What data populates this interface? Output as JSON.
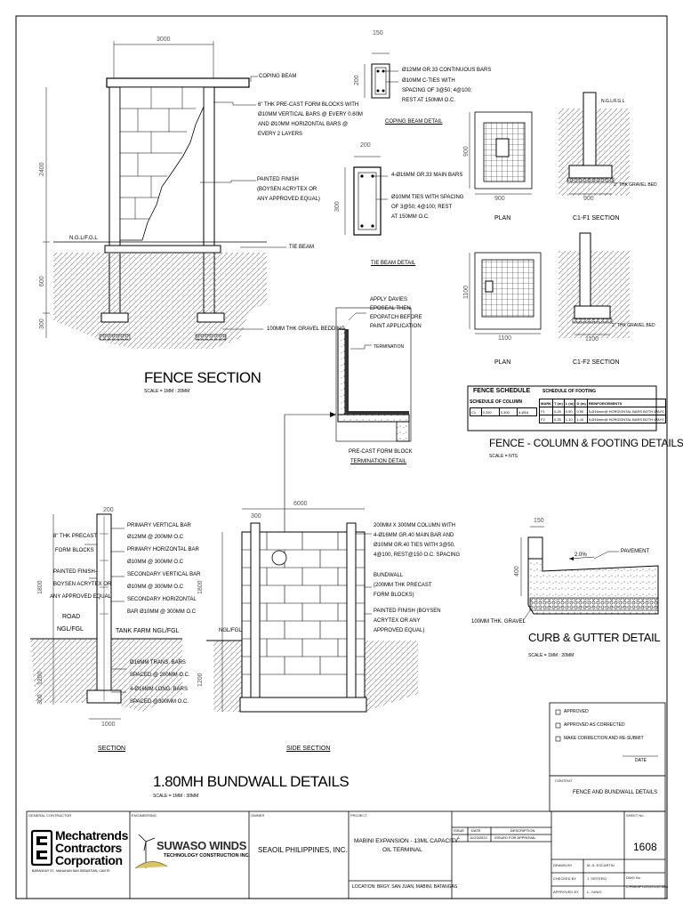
{
  "fence_section": {
    "title": "FENCE SECTION",
    "scale": "SCALE = 1MM : 20MM",
    "dims": {
      "width": "3000",
      "height": "2400",
      "footing_depth": "600",
      "base": "300"
    },
    "labels": {
      "coping_beam": "COPING BEAM",
      "blocks_1": "6\" THK PRE-CAST FORM BLOCKS WITH",
      "blocks_2": "Ø10MM VERTICAL BARS @ EVERY 0.60M",
      "blocks_3": "AND Ø10MM HORIZONTAL BARS @",
      "blocks_4": "EVERY 2 LAYERS",
      "finish_1": "PAINTED FINISH",
      "finish_2": "(BOYSEN ACRYTEX OR",
      "finish_3": "ANY APPROVED EQUAL)",
      "ngl": "N.G.L/F.G.L",
      "tie_beam": "TIE BEAM",
      "gravel": "100MM THK GRAVEL BEDDING"
    }
  },
  "coping_beam_detail": {
    "title": "COPING BEAM DETAIL",
    "dims": {
      "w": "150",
      "h": "200"
    },
    "note_1": "Ø12MM GR.33 CONTINUOUS BARS",
    "note_2": "Ø10MM C-TIES WITH",
    "note_3": "SPACING OF 3@50; 4@100;",
    "note_4": "REST AT 150MM O.C."
  },
  "tie_beam_detail": {
    "title": "TIE BEAM DETAIL",
    "dims": {
      "w": "200",
      "h": "300"
    },
    "note_1": "4-Ø16MM GR.33 MAIN BARS",
    "note_2": "Ø10MM TIES WITH SPACING",
    "note_3": "OF 3@50; 4@100; REST",
    "note_4": "AT 150MM O.C."
  },
  "termination_detail": {
    "title_1": "PRE-CAST FORM BLOCK",
    "title_2": "TERMINATION DETAIL",
    "note_1": "APPLY DAVIES",
    "note_2": "EPOSEAL THEN",
    "note_3": "EPOPATCH BEFORE",
    "note_4": "PAINT APPLICATION",
    "termination": "TERMINATION"
  },
  "footing_details": {
    "plan_1": "PLAN",
    "section_1": "C1-F1 SECTION",
    "plan_2": "PLAN",
    "section_2": "C1-F2 SECTION",
    "title": "FENCE  - COLUMN & FOOTING DETAILS",
    "scale": "SCALE = NTS",
    "dim_900": "900",
    "dim_1100": "1100",
    "gravel": "2\" THK GRAVEL BED",
    "ngl": "N.G.L/F.G.L"
  },
  "schedule": {
    "fence_schedule": "FENCE SCHEDULE",
    "schedule_of_column": "SCHEDULE OF COLUMN",
    "schedule_of_footing": "SCHEDULE OF FOOTING",
    "footing_headers": [
      "MARK",
      "T (m)",
      "L (m)",
      "D (m)",
      "REINFORCEMENTS"
    ],
    "column_rows": [
      [
        "C1",
        "0.200",
        "0.300",
        "4-Ø16"
      ]
    ],
    "footing_rows": [
      [
        "F1",
        "0.25",
        "0.90",
        "0.90",
        "5-Ø16mm@ HORIZONTAL BARS BOTH WAYS"
      ],
      [
        "F2",
        "0.25",
        "1.10",
        "1.10",
        "6-Ø16mm@ HORIZONTAL BARS BOTH WAYS"
      ]
    ]
  },
  "bundwall_section": {
    "title": "SECTION",
    "dim_top": "200",
    "dim_h1": "1800",
    "dim_h2": "1200",
    "dim_h3": "300",
    "dim_base": "1000",
    "road": "ROAD",
    "ngl_fgl": "NGL/FGL",
    "tank_farm": "TANK FARM NGL/FGL",
    "precast_1": "8\" THK PRECAST",
    "precast_2": "FORM BLOCKS",
    "finish_1": "PAINTED FINISH-",
    "finish_2": "BOYSEN ACRYTEX OR",
    "finish_3": "ANY APPROVED EQUAL",
    "bar_1": "PRIMARY VERTICAL BAR",
    "bar_2": "Ø12MM @ 200MM O.C",
    "bar_3": "PRIMARY HORIZONTAL BAR",
    "bar_4": "Ø10MM @ 300MM O.C",
    "bar_5": "SECONDARY VERTICAL BAR",
    "bar_6": "Ø10MM @ 300MM O.C",
    "bar_7": "SECONDARY HORIZONTAL",
    "bar_8": "BAR Ø10MM @ 300MM O.C",
    "trans_1": "Ø16MM TRANS. BARS",
    "trans_2": "SPACED @ 200MM O.C.",
    "long_1": "4-Ø16MM LONG. BARS",
    "long_2": "SPACED @300MM O.C."
  },
  "side_section": {
    "title": "SIDE SECTION",
    "dim_w": "6000",
    "dim_col": "300",
    "dim_h": "1800",
    "dim_d": "1200",
    "ngl": "NGL/FGL",
    "col_1": "200MM X 300MM COLUMN WITH",
    "col_2": "4-Ø16MM GR.40 MAIN BAR AND",
    "col_3": "Ø10MM GR.40 TIES WITH 3@50,",
    "col_4": "4@100, REST@150 O.C. SPACING",
    "bund_1": "BUNDWALL",
    "bund_2": "(200MM THK PRECAST",
    "bund_3": "FORM BLOCKS)",
    "paint_1": "PAINTED FINISH (BOYSEN",
    "paint_2": "ACRYTEX OR ANY",
    "paint_3": "APPROVED EQUAL)"
  },
  "bundwall_title": {
    "title": "1.80MH BUNDWALL DETAILS",
    "scale": "SCALE = 1MM : 30MM"
  },
  "curb": {
    "title": "CURB & GUTTER DETAIL",
    "scale": "SCALE = 1MM : 20MM",
    "dim_top": "150",
    "dim_h": "400",
    "dim_150": "150",
    "slope": "2.0%",
    "pavement": "PAVEMENT",
    "gravel": "100MM THK. GRAVEL"
  },
  "approval": {
    "opt_1": "APPROVED",
    "opt_2": "APPROVED AS CORRECTED",
    "opt_3": "MAKE CORRECTION AND RE-SUBMIT",
    "date": "DATE"
  },
  "content": {
    "label": "CONTENT",
    "value": "FENCE AND BUNDWALL DETAILS"
  },
  "title_block": {
    "general_contractor_label": "GENERAL CONTRACTOR",
    "contractor_l1": "Mechatrends",
    "contractor_l2": "Contractors",
    "contractor_l3": "Corporation",
    "contractor_addr": "BARANGAY ST., MANAHAN SAN SEBASTIAN, CAVITE",
    "engineering_label": "ENGINEERING",
    "eng_name": "SUWASO WINDS",
    "eng_sub": "TECHNOLOGY CONSTRUCTION INC.",
    "owner_label": "OWNER",
    "owner": "SEAOIL PHILIPPINES, INC.",
    "project_label": "PROJECT",
    "project_1": "MABINI EXPANSION - 13ML CAPACITY",
    "project_2": "OIL TERMINAL",
    "location": "LOCATION: BRGY. SAN JUAN, MABINI, BATANGAS",
    "rev_headers": [
      "ISSUE",
      "DATE",
      "DESCRIPTION"
    ],
    "rev_row": [
      "A",
      "11/23/2022",
      "ISSUED FOR APPROVAL"
    ],
    "sheet_label": "SHEET No.",
    "sheet_no": "1608",
    "drawn_by_label": "DRAWN BY",
    "drawn_by": "M. N. ESCARTIN",
    "checked_by_label": "CHECKED BY",
    "checked_by": "J. SISTERO",
    "approved_by_label": "APPROVED BY",
    "approved_by": "L. JUNIO",
    "dwg_label": "DWG No.",
    "dwg_no": "C-PGM-SFT-DCD-01-02-1608"
  },
  "colors": {
    "line": "#000000",
    "hatch": "#666666",
    "text": "#000000"
  }
}
